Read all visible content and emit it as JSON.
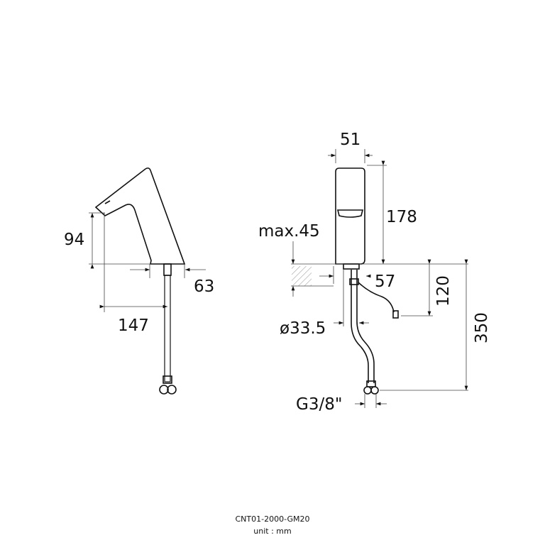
{
  "drawing": {
    "side_view": {
      "dim_spout_height": "94",
      "dim_base": "63",
      "dim_reach": "147"
    },
    "front_view": {
      "dim_width": "51",
      "dim_height": "178",
      "dim_deck_thickness": "max.45",
      "dim_hole_offset": "57",
      "dim_hole_diameter": "ø33.5",
      "dim_cable": "120",
      "dim_total": "350",
      "dim_connection": "G3/8\""
    },
    "model_code": "CNT01-2000-GM20",
    "unit_label": "unit : mm"
  }
}
